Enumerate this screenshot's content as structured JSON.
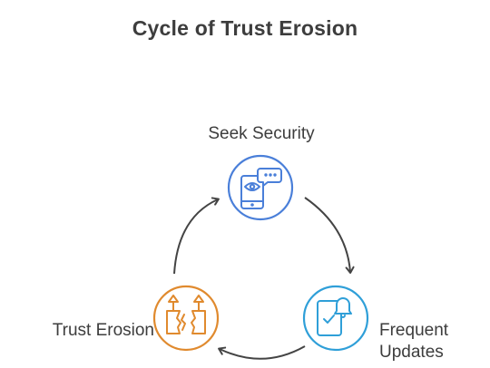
{
  "title": "Cycle of Trust Erosion",
  "nodes": [
    {
      "label": "Seek Security",
      "icon": "phone-eye-chat-icon",
      "color": "#4a7fd9"
    },
    {
      "label_lines": [
        "Frequent",
        "Updates"
      ],
      "icon": "phone-bell-check-icon",
      "color": "#2f9fd8"
    },
    {
      "label": "Trust Erosion",
      "icon": "broken-pillars-icon",
      "color": "#e08a2e"
    }
  ],
  "arrow_color": "#444444"
}
